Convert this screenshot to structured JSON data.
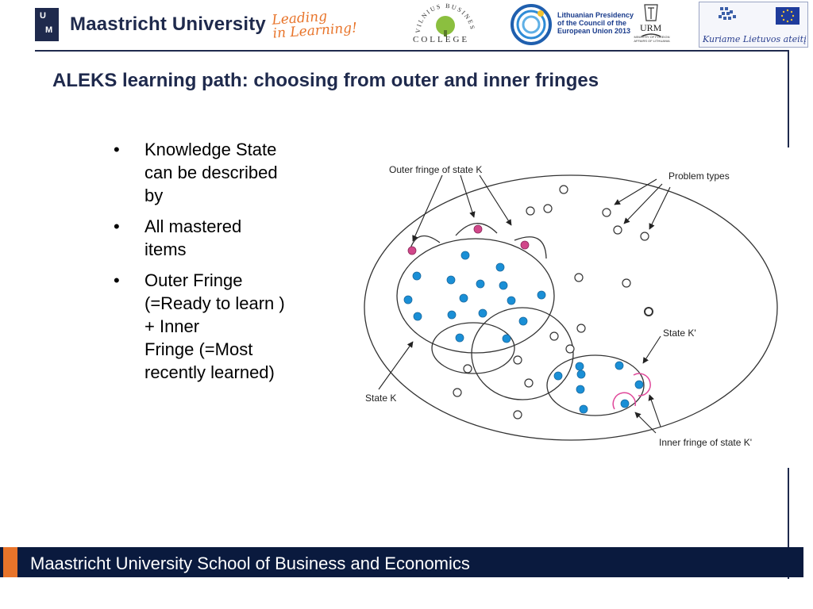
{
  "header": {
    "um_name": "Maastricht University",
    "um_slogan_line1": "Leading",
    "um_slogan_line2": "in Learning!",
    "vbc_arc_text": "VILNIUS BUSINESS",
    "vbc_college": "COLLEGE",
    "presidency_text": [
      "Lithuanian Presidency",
      "of the Council of the",
      "European Union 2013"
    ],
    "urm_label": "URM",
    "urm_sub": "MINISTRY OF FOREIGN AFFAIRS OF LITHUANIA",
    "eu_slogan": "Kuriame Lietuvos ateitį"
  },
  "slide": {
    "title": "ALEKS learning path: choosing from outer and inner fringes",
    "bullets": [
      "Knowledge State\ncan be described\nby",
      "All mastered\nitems",
      "Outer Fringe\n(=Ready to learn )\n                + Inner\nFringe (=Most\nrecently learned)"
    ]
  },
  "figure": {
    "labels": {
      "outer_fringe": "Outer fringe of state K",
      "problem_types": "Problem types",
      "state_k_prime": "State K'",
      "state_k": "State K",
      "inner_fringe": "Inner fringe of state K'"
    }
  },
  "footer": {
    "text": "Maastricht University School of Business and Economics"
  },
  "colors": {
    "navy": "#1f2a4d",
    "footer_bg": "#0a1a3e",
    "accent_orange": "#e8742a",
    "dot_blue": "#1a8fd6",
    "dot_pink": "#d1478a",
    "fringe_pink": "#e0489a"
  }
}
